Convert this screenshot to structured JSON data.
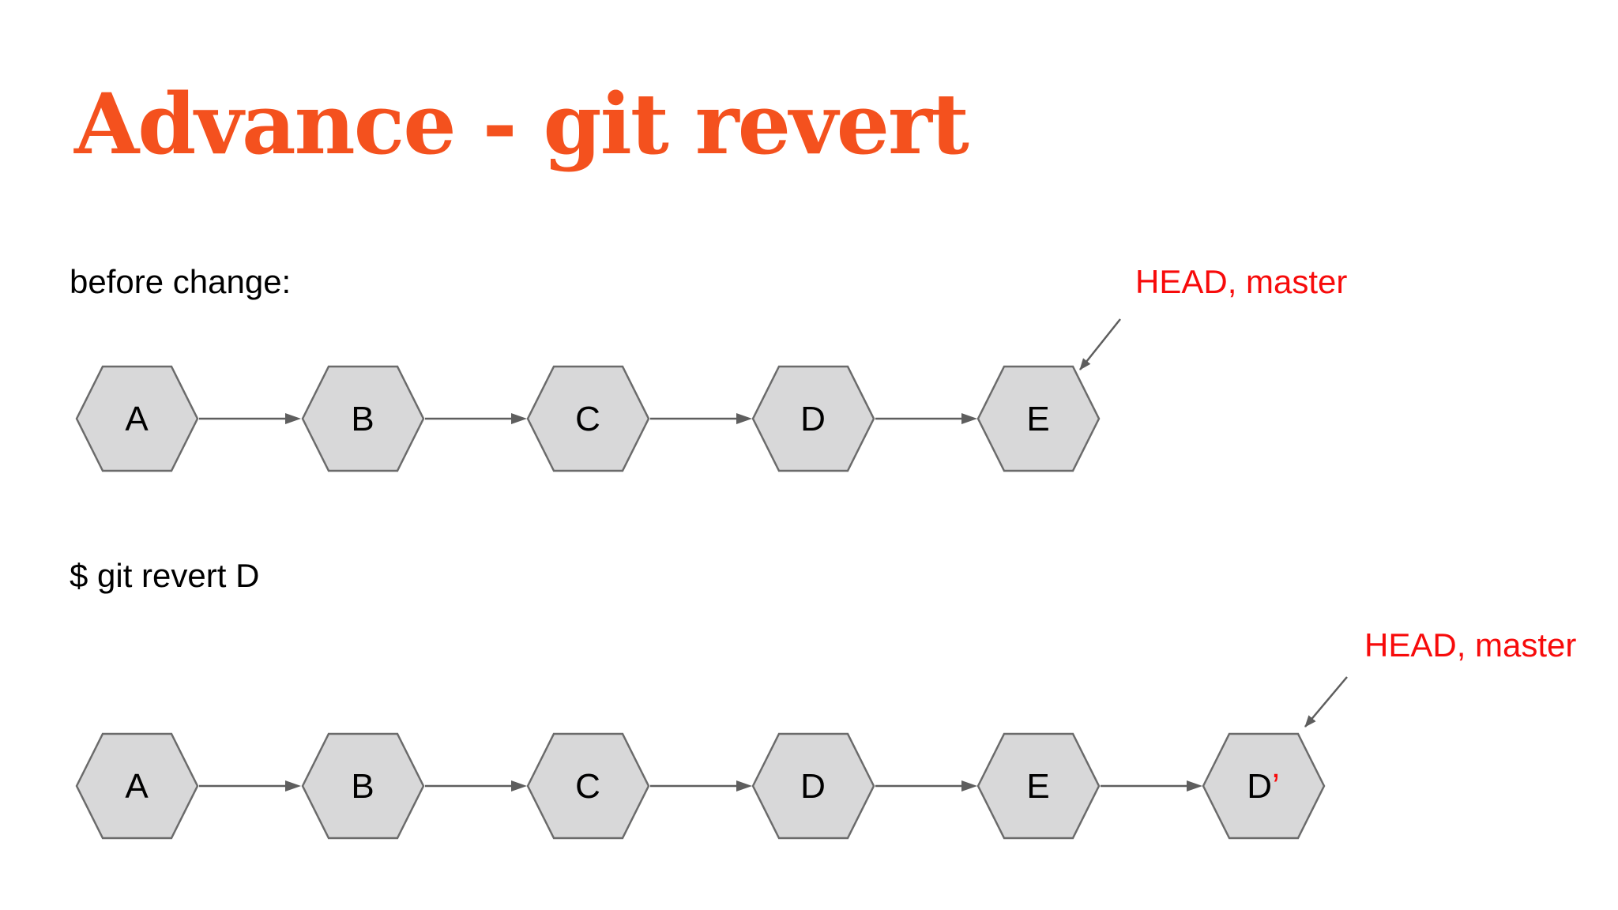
{
  "slide": {
    "title": "Advance - git revert",
    "title_color": "#F4511E",
    "background": "#FFFFFF"
  },
  "colors": {
    "node_fill": "#D8D8D9",
    "node_stroke": "#6B6B6B",
    "arrow": "#5E5E5E",
    "annotation_red": "#F70B0B",
    "text_black": "#000000"
  },
  "sections": [
    {
      "label": "before change:",
      "head_label": "HEAD, master",
      "head_points_to": "E",
      "nodes": [
        {
          "label": "A"
        },
        {
          "label": "B"
        },
        {
          "label": "C"
        },
        {
          "label": "D"
        },
        {
          "label": "E"
        }
      ]
    },
    {
      "label": "$ git revert D",
      "head_label": "HEAD, master",
      "head_points_to": "D’",
      "nodes": [
        {
          "label": "A"
        },
        {
          "label": "B"
        },
        {
          "label": "C"
        },
        {
          "label": "D"
        },
        {
          "label": "E"
        },
        {
          "label": "D",
          "prime": "’"
        }
      ]
    }
  ]
}
